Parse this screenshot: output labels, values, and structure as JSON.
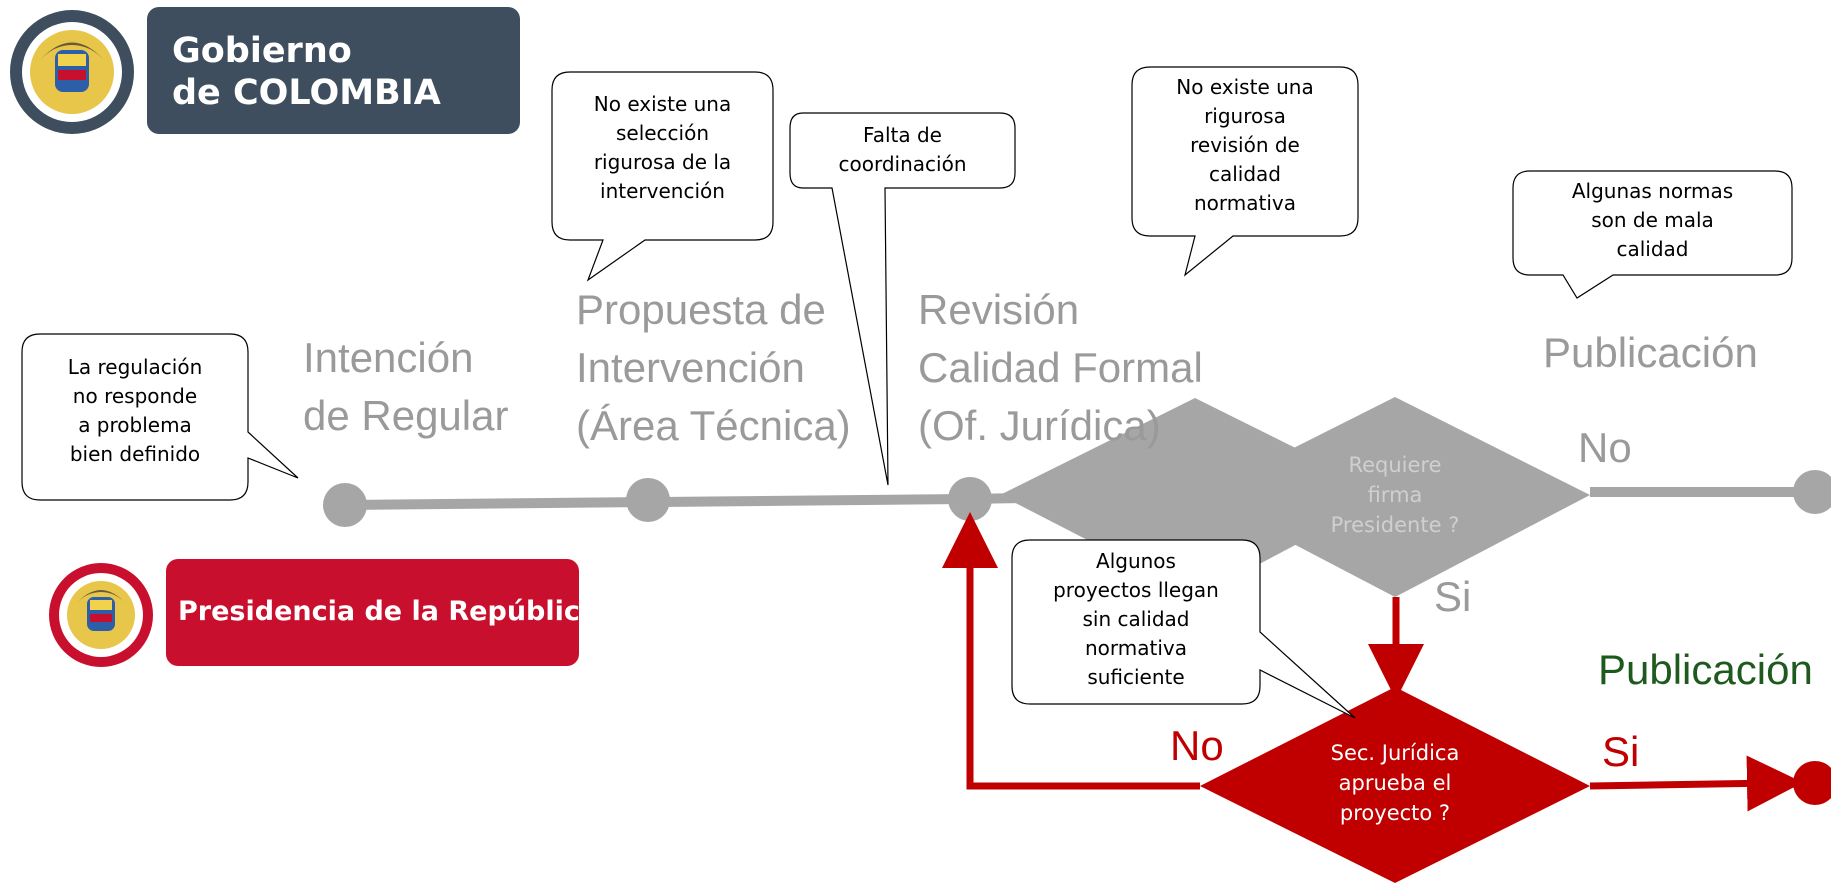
{
  "logos": {
    "gobierno": {
      "line1": "Gobierno",
      "line2_prefix": "de",
      "line2_strong": "COLOMBIA",
      "color": "#3e4e5f"
    },
    "presidencia": {
      "text": "Presidencia de la República",
      "color": "#c8102e"
    }
  },
  "stages": {
    "intencion": {
      "lines": [
        "Intención",
        "de Regular"
      ]
    },
    "propuesta": {
      "lines": [
        "Propuesta de",
        "Intervención",
        "(Área Técnica)"
      ]
    },
    "revision": {
      "lines": [
        "Revisión",
        "Calidad Formal",
        "(Of. Jurídica)"
      ]
    },
    "publicacion_top": "Publicación",
    "publicacion_bottom": "Publicación"
  },
  "callouts": {
    "c1": [
      "La regulación",
      "no responde",
      "a problema",
      "bien definido"
    ],
    "c2": [
      "No existe una",
      "selección",
      "rigurosa de la",
      "intervención"
    ],
    "c3": [
      "Falta de",
      "coordinación"
    ],
    "c4": [
      "No existe una",
      "rigurosa",
      "revisión de",
      "calidad",
      "normativa"
    ],
    "c5": [
      "Algunas normas",
      "son de mala",
      "calidad"
    ],
    "c6": [
      "Algunos",
      "proyectos llegan",
      "sin  calidad",
      "normativa",
      "suficiente"
    ]
  },
  "decisions": {
    "firma": [
      "Requiere",
      "firma",
      "Presidente ?"
    ],
    "juridica": [
      "Sec. Jurídica",
      "aprueba el",
      "proyecto ?"
    ]
  },
  "labels": {
    "no_top": "No",
    "si_top": "Si",
    "no_red": "No",
    "si_red": "Si"
  },
  "colors": {
    "timeline_gray": "#a6a6a6",
    "stage_text": "#9a9a9a",
    "decision_gray": "#a6a6a6",
    "decision_red": "#c00000",
    "publication_green": "#1e5a1e"
  }
}
